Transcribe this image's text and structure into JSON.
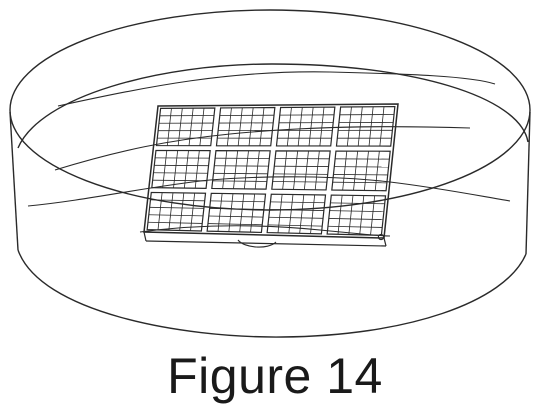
{
  "figure": {
    "caption": "Figure 14",
    "panel_columns": 4,
    "panel_rows": 3,
    "cell_grid": {
      "columns": 5,
      "rows": 5
    },
    "colors": {
      "line": "#2a2a2a",
      "background": "#ffffff"
    }
  }
}
